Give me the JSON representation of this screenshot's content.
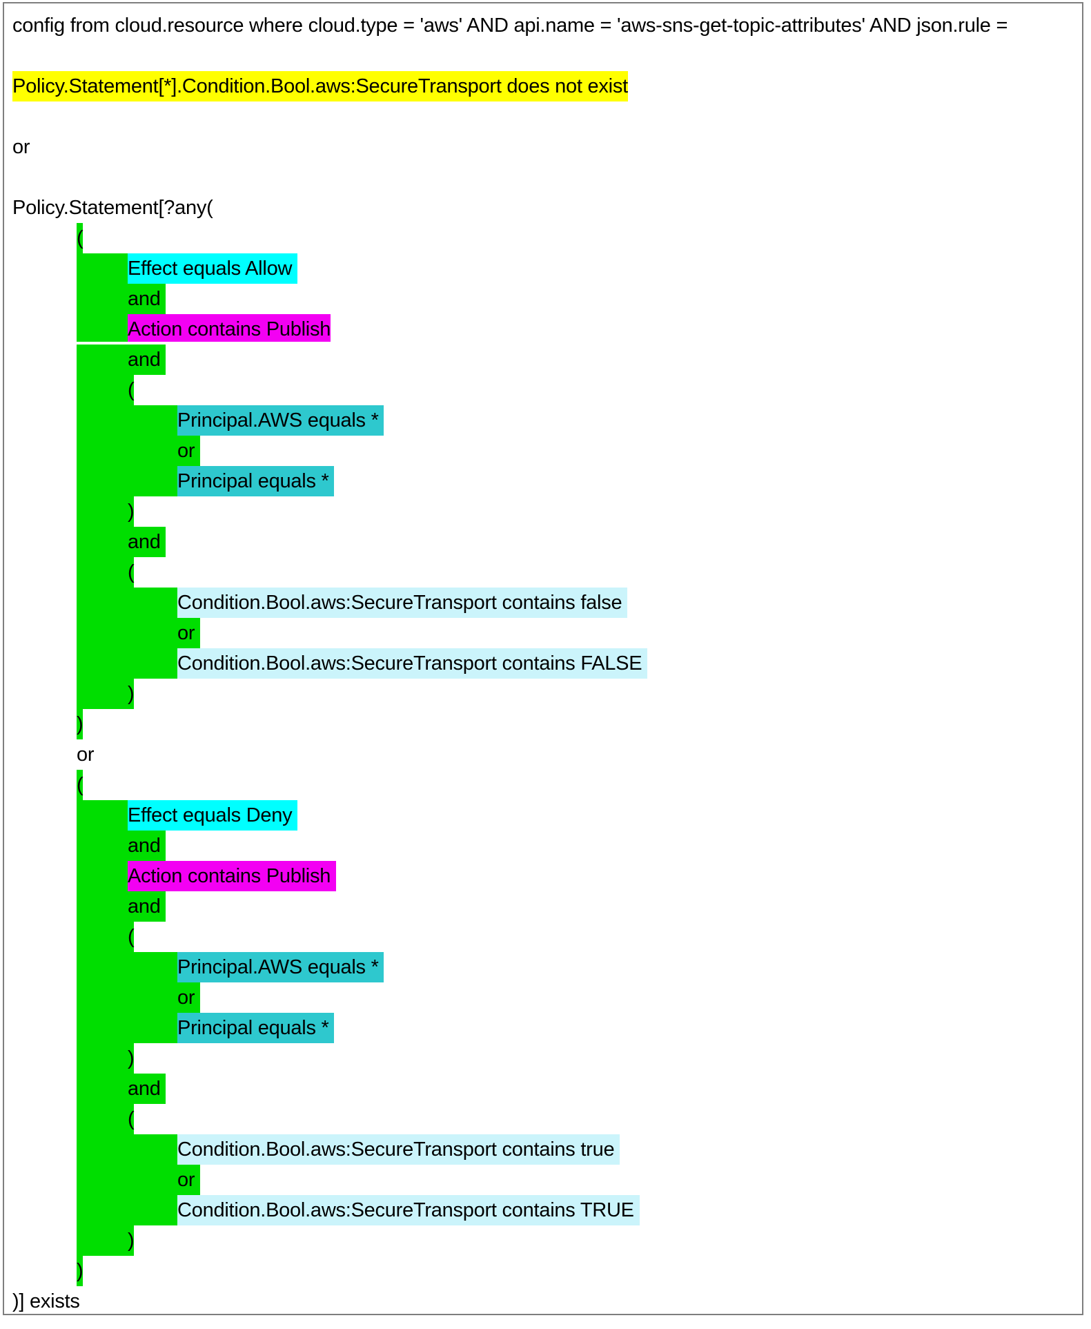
{
  "panel": {
    "description": "RQL config rule with highlighted clause structure"
  },
  "palette": {
    "yellow": "#FFFF00",
    "green": "#00DE00",
    "cyan": "#00FFFF",
    "magenta": "#F300F3",
    "teal": "#2EC8CE",
    "lightcyan": "#CBF4FB",
    "text": "#000000",
    "border": "#7E7E7E",
    "background": "#FFFFFF"
  },
  "code": {
    "lines": [
      {
        "level": 0,
        "tokens": [
          {
            "text": "config from cloud.resource where cloud.type = 'aws' AND api.name = 'aws-sns-get-topic-attributes' AND json.rule =",
            "hl": "none"
          }
        ]
      },
      {
        "level": 0,
        "tokens": []
      },
      {
        "level": 0,
        "tokens": [
          {
            "text": "Policy.Statement[*].Condition.Bool.aws:SecureTransport does not exist",
            "hl": "yellow"
          }
        ]
      },
      {
        "level": 0,
        "tokens": []
      },
      {
        "level": 0,
        "tokens": [
          {
            "text": "or",
            "hl": "none"
          }
        ]
      },
      {
        "level": 0,
        "tokens": []
      },
      {
        "level": 0,
        "tokens": [
          {
            "text": "Policy.Statement[?any(",
            "hl": "none"
          }
        ]
      },
      {
        "level": 1,
        "tokens": [
          {
            "text": "(",
            "hl": "green"
          }
        ]
      },
      {
        "level": 2,
        "tokens": [
          {
            "text": "Effect equals Allow ",
            "hl": "cyan"
          }
        ]
      },
      {
        "level": 2,
        "tokens": [
          {
            "text": "and ",
            "hl": "green"
          }
        ]
      },
      {
        "level": 2,
        "tokens": [
          {
            "text": "Action contains Publish",
            "hl": "magenta"
          }
        ],
        "gap_below": true
      },
      {
        "level": 2,
        "tokens": [
          {
            "text": "and ",
            "hl": "green"
          }
        ]
      },
      {
        "level": 2,
        "tokens": [
          {
            "text": "(",
            "hl": "green"
          }
        ]
      },
      {
        "level": 3,
        "tokens": [
          {
            "text": "Principal.AWS equals * ",
            "hl": "teal"
          }
        ]
      },
      {
        "level": 3,
        "tokens": [
          {
            "text": "or ",
            "hl": "green"
          }
        ]
      },
      {
        "level": 3,
        "tokens": [
          {
            "text": "Principal equals * ",
            "hl": "teal"
          }
        ]
      },
      {
        "level": 2,
        "tokens": [
          {
            "text": ")",
            "hl": "green"
          }
        ]
      },
      {
        "level": 2,
        "tokens": [
          {
            "text": "and ",
            "hl": "green"
          }
        ]
      },
      {
        "level": 2,
        "tokens": [
          {
            "text": "(",
            "hl": "green"
          }
        ]
      },
      {
        "level": 3,
        "tokens": [
          {
            "text": "Condition.Bool.aws:SecureTransport contains false ",
            "hl": "lightcyan"
          }
        ]
      },
      {
        "level": 3,
        "tokens": [
          {
            "text": "or ",
            "hl": "green"
          }
        ]
      },
      {
        "level": 3,
        "tokens": [
          {
            "text": "Condition.Bool.aws:SecureTransport contains FALSE ",
            "hl": "lightcyan"
          }
        ]
      },
      {
        "level": 2,
        "tokens": [
          {
            "text": ")",
            "hl": "green"
          }
        ]
      },
      {
        "level": 1,
        "tokens": [
          {
            "text": ")",
            "hl": "green"
          }
        ]
      },
      {
        "level": 1,
        "tokens": [
          {
            "text": "or",
            "hl": "none"
          }
        ]
      },
      {
        "level": 1,
        "tokens": [
          {
            "text": "(",
            "hl": "green"
          }
        ]
      },
      {
        "level": 2,
        "tokens": [
          {
            "text": "Effect equals Deny ",
            "hl": "cyan"
          }
        ]
      },
      {
        "level": 2,
        "tokens": [
          {
            "text": "and ",
            "hl": "green"
          }
        ]
      },
      {
        "level": 2,
        "tokens": [
          {
            "text": "Action contains Publish ",
            "hl": "magenta"
          }
        ]
      },
      {
        "level": 2,
        "tokens": [
          {
            "text": "and ",
            "hl": "green"
          }
        ]
      },
      {
        "level": 2,
        "tokens": [
          {
            "text": "(",
            "hl": "green"
          }
        ]
      },
      {
        "level": 3,
        "tokens": [
          {
            "text": "Principal.AWS equals * ",
            "hl": "teal"
          }
        ]
      },
      {
        "level": 3,
        "tokens": [
          {
            "text": "or ",
            "hl": "green"
          }
        ]
      },
      {
        "level": 3,
        "tokens": [
          {
            "text": "Principal equals * ",
            "hl": "teal"
          }
        ]
      },
      {
        "level": 2,
        "tokens": [
          {
            "text": ")",
            "hl": "green"
          }
        ]
      },
      {
        "level": 2,
        "tokens": [
          {
            "text": "and ",
            "hl": "green"
          }
        ]
      },
      {
        "level": 2,
        "tokens": [
          {
            "text": "(",
            "hl": "green"
          }
        ]
      },
      {
        "level": 3,
        "tokens": [
          {
            "text": "Condition.Bool.aws:SecureTransport contains true ",
            "hl": "lightcyan"
          }
        ]
      },
      {
        "level": 3,
        "tokens": [
          {
            "text": "or ",
            "hl": "green"
          }
        ]
      },
      {
        "level": 3,
        "tokens": [
          {
            "text": "Condition.Bool.aws:SecureTransport contains TRUE ",
            "hl": "lightcyan"
          }
        ]
      },
      {
        "level": 2,
        "tokens": [
          {
            "text": ")",
            "hl": "green"
          }
        ]
      },
      {
        "level": 1,
        "tokens": [
          {
            "text": ")",
            "hl": "green"
          }
        ]
      },
      {
        "level": 0,
        "tokens": [
          {
            "text": ")] exists",
            "hl": "none"
          }
        ]
      }
    ]
  }
}
